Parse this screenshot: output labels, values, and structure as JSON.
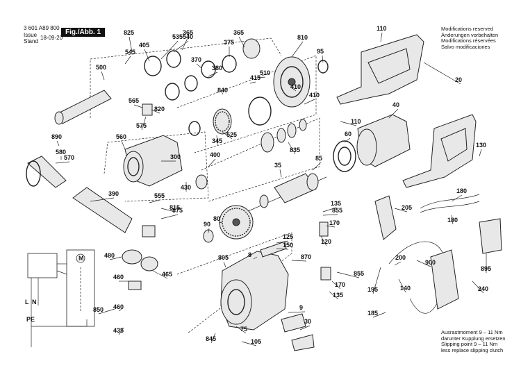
{
  "header": {
    "doc_number": "3 601 A89 800",
    "issue_label_line1": "Issue",
    "issue_label_line2": "Stand",
    "date": "18-09-20",
    "figure_label": "Fig./Abb. 1"
  },
  "notes": {
    "modifications": [
      "Modifications reserved",
      "Änderungen vorbehalten",
      "Modifications réservées",
      "Salvo modificaciones"
    ],
    "torque": [
      "Ausrastmoment 9 – 11 Nm",
      "darunter Kupplung ersetzen",
      "Slipping point 9 – 11 Nm",
      "less replace slipping clutch"
    ]
  },
  "schematic": {
    "motor_label": "M",
    "labels": [
      "L",
      "N",
      "PE"
    ]
  },
  "part_numbers": [
    "825",
    "535",
    "540",
    "365",
    "365",
    "810",
    "110",
    "545",
    "405",
    "375",
    "95",
    "500",
    "370",
    "380",
    "510",
    "415",
    "840",
    "410",
    "20",
    "565",
    "820",
    "575",
    "410",
    "525",
    "40",
    "110",
    "890",
    "560",
    "300",
    "345",
    "835",
    "60",
    "130",
    "580",
    "570",
    "400",
    "35",
    "85",
    "430",
    "390",
    "555",
    "815",
    "875",
    "180",
    "180",
    "135",
    "855",
    "170",
    "205",
    "90",
    "80",
    "120",
    "125",
    "150",
    "805",
    "870",
    "8",
    "200",
    "480",
    "900",
    "895",
    "460",
    "465",
    "855",
    "140",
    "170",
    "135",
    "195",
    "240",
    "850",
    "460",
    "9",
    "185",
    "435",
    "30",
    "845",
    "75",
    "105"
  ]
}
